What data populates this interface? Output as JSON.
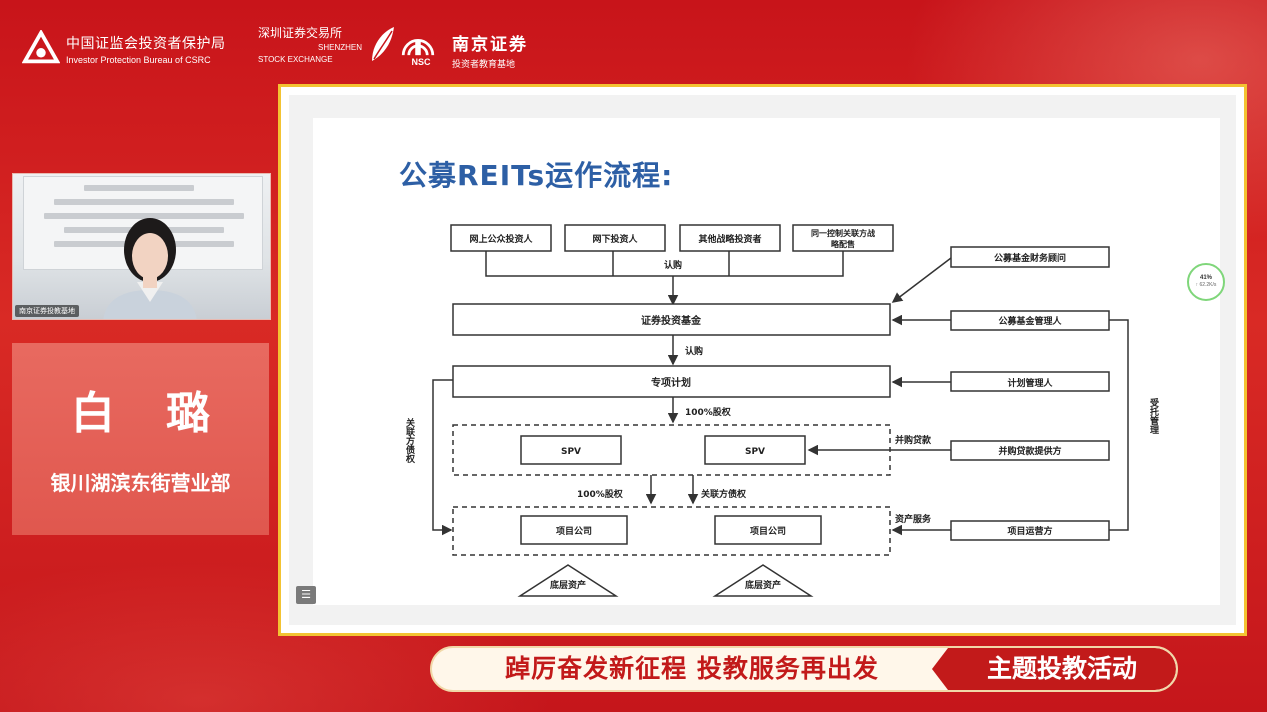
{
  "header": {
    "csrc_name_cn": "中国证监会投资者保护局",
    "csrc_name_en": "Investor Protection Bureau of CSRC",
    "szse_name_cn": "深圳证券交易所",
    "szse_name_en_1": "SHENZHEN",
    "szse_name_en_2": "STOCK EXCHANGE",
    "nsc_abbr": "NSC",
    "nsc_name_cn": "南京证券",
    "nsc_tagline": "投资者教育基地"
  },
  "camera": {
    "label": "南京证券投教基地"
  },
  "speaker": {
    "name": "白 璐",
    "department": "银川湖滨东街营业部"
  },
  "slide": {
    "title": "公募REITs运作流程:",
    "investors": [
      "网上公众投资人",
      "网下投资人",
      "其他战略投资者",
      "同一控制关联方战",
      "略配售"
    ],
    "fund_advisor": "公募基金财务顾问",
    "subscribe_1": "认购",
    "fund": "证券投资基金",
    "fund_manager": "公募基金管理人",
    "subscribe_2": "认购",
    "special_plan": "专项计划",
    "plan_manager": "计划管理人",
    "equity_1": "100%股权",
    "related_debt_v_1": "关联方债权",
    "entrusted_mgmt_v": "受托管理",
    "merger_loan": "并购贷款",
    "spv_1": "SPV",
    "spv_2": "SPV",
    "loan_provider": "并购贷款提供方",
    "equity_2": "100%股权",
    "related_debt_2": "关联方债权",
    "asset_service": "资产服务",
    "project_co_1": "项目公司",
    "project_co_2": "项目公司",
    "operator": "项目运营方",
    "underlying_1": "底层资产",
    "underlying_2": "底层资产",
    "menu_icon": "list-icon"
  },
  "speed_widget": {
    "percent": "41",
    "percent_unit": "%",
    "rate": "↑ 62.2K/s"
  },
  "banner": {
    "slogan": "踔厉奋发新征程  投教服务再出发",
    "theme": "主题投教活动"
  },
  "colors": {
    "background_red": "#c8141a",
    "frame_gold": "#f3c332",
    "title_blue": "#2d5fa5",
    "banner_red": "#c21a1a"
  }
}
